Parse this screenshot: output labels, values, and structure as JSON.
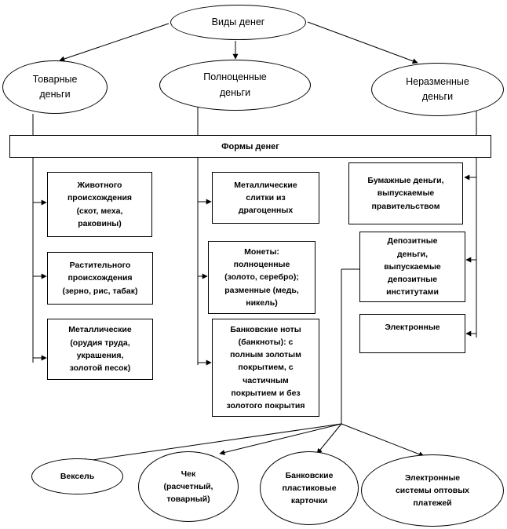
{
  "root": "Виды денег",
  "types": [
    "Товарные\nденьги",
    "Полноценные\nденьги",
    "Неразменные\nденьги"
  ],
  "forms_bar": "Формы денег",
  "commodity_forms": [
    "Животного\nпроисхождения\n(скот, меха,\nраковины)",
    "Растительного\nпроисхождения\n(зерно, рис, табак)",
    "Металлические\n(орудия труда,\nукрашения,\nзолотой песок)"
  ],
  "fullvalue_forms": [
    "Металлические\nслитки из\nдрагоценных",
    "Монеты:\nполноценные\n(золото, серебро);\nразменные (медь,\nникель)",
    "Банковские ноты\n(банкноты): с\nполным золотым\nпокрытием, с\nчастичным\nпокрытием и без\nзолотого покрытия"
  ],
  "fiat_forms": [
    "Бумажные деньги,\nвыпускаемые\nправительством",
    "Депозитные\nденьги,\nвыпускаемые\nдепозитные\nинститутами",
    "Электронные"
  ],
  "deposit_instruments": [
    "Вексель",
    "Чек\n(расчетный,\nтоварный)",
    "Банковские\nпластиковые\nкарточки",
    "Электронные\nсистемы оптовых\nплатежей"
  ]
}
